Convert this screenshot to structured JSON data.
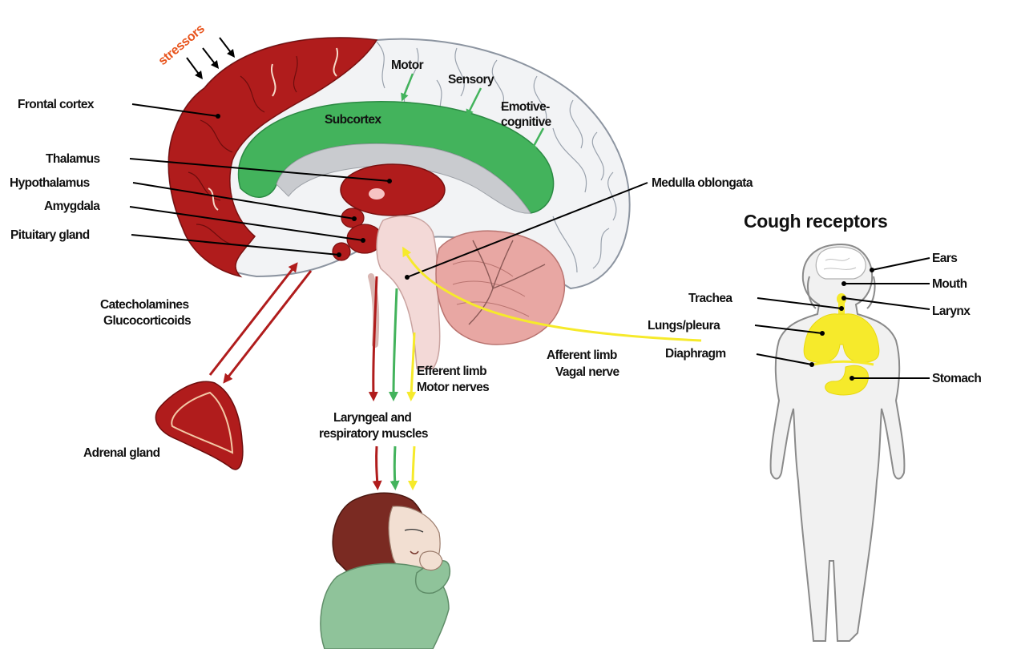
{
  "colors": {
    "red": "#b01c1c",
    "dark_red": "#8e1414",
    "green": "#43b35c",
    "yellow": "#f6ea2b",
    "cerebellum": "#e8a7a3",
    "brainstem": "#f3d9d7",
    "stress_orange": "#e8531b",
    "body_fill": "#f1f1f1",
    "shirt_green": "#8fc39a"
  },
  "stress": {
    "label": "stressors"
  },
  "brain": {
    "subcortex": "Subcortex",
    "motor": "Motor",
    "sensory": "Sensory",
    "emotive_1": "Emotive-",
    "emotive_2": "cognitive"
  },
  "structures": {
    "frontal_cortex": "Frontal cortex",
    "thalamus": "Thalamus",
    "hypothalamus": "Hypothalamus",
    "amygdala": "Amygdala",
    "pituitary": "Pituitary gland",
    "medulla": "Medulla oblongata"
  },
  "pathways": {
    "hormones_1": "Catecholamines",
    "hormones_2": "Glucocorticoids",
    "adrenal": "Adrenal gland",
    "efferent_1": "Efferent limb",
    "efferent_2": "Motor nerves",
    "afferent_1": "Afferent limb",
    "afferent_2": "Vagal nerve",
    "muscles_1": "Laryngeal and",
    "muscles_2": "respiratory muscles"
  },
  "receptors": {
    "title": "Cough receptors",
    "ears": "Ears",
    "mouth": "Mouth",
    "trachea": "Trachea",
    "larynx": "Larynx",
    "lungs": "Lungs/pleura",
    "diaphragm": "Diaphragm",
    "stomach": "Stomach"
  }
}
